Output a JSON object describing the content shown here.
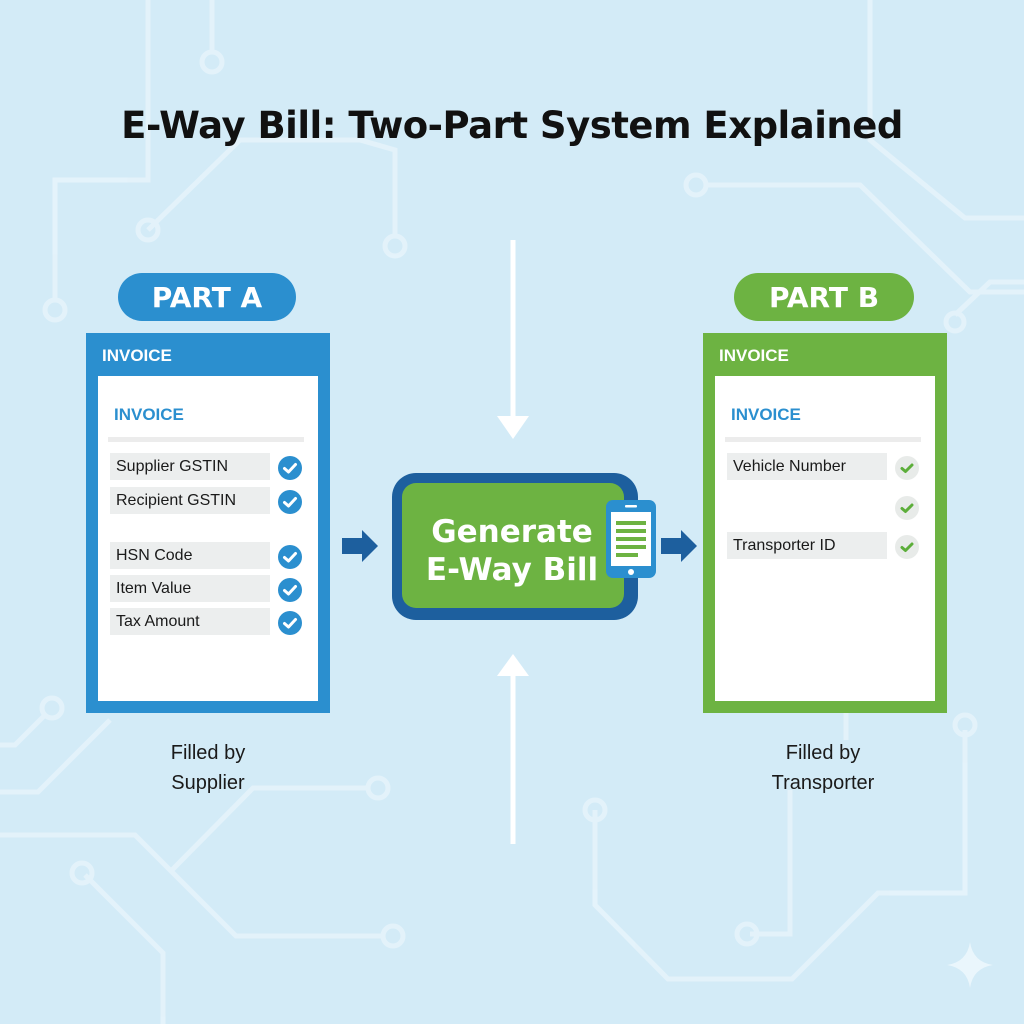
{
  "title": "E-Way Bill: Two-Part System Explained",
  "colors": {
    "background": "#d3ebf7",
    "part_a_blue": "#2b8fcf",
    "part_b_green": "#6db342",
    "generate_border": "#1d5f9e",
    "arrow_dark_blue": "#1d5f9e"
  },
  "part_a": {
    "label": "PART A",
    "card_header": "INVOICE",
    "inner_title": "INVOICE",
    "fields": [
      {
        "label": "Supplier GSTIN",
        "icon": "check-circle-icon",
        "checked": true
      },
      {
        "label": "Recipient GSTIN",
        "icon": "check-circle-icon",
        "checked": true
      },
      {
        "label": "HSN Code",
        "icon": "check-circle-icon",
        "checked": true
      },
      {
        "label": "Item Value",
        "icon": "check-circle-icon",
        "checked": true
      },
      {
        "label": "Tax Amount",
        "icon": "check-circle-icon",
        "checked": true
      }
    ],
    "caption_line1": "Filled by",
    "caption_line2": "Supplier"
  },
  "center": {
    "line1": "Generate",
    "line2": "E-Way Bill",
    "icon": "mobile-phone-document-icon"
  },
  "part_b": {
    "label": "PART B",
    "card_header": "INVOICE",
    "inner_title": "INVOICE",
    "fields": [
      {
        "label": "Vehicle Number",
        "icon": "check-icon",
        "checked": true
      },
      {
        "label": "",
        "icon": "check-icon",
        "checked": true
      },
      {
        "label": "Transporter ID",
        "icon": "check-icon",
        "checked": true
      }
    ],
    "caption_line1": "Filled by",
    "caption_line2": "Transporter"
  }
}
